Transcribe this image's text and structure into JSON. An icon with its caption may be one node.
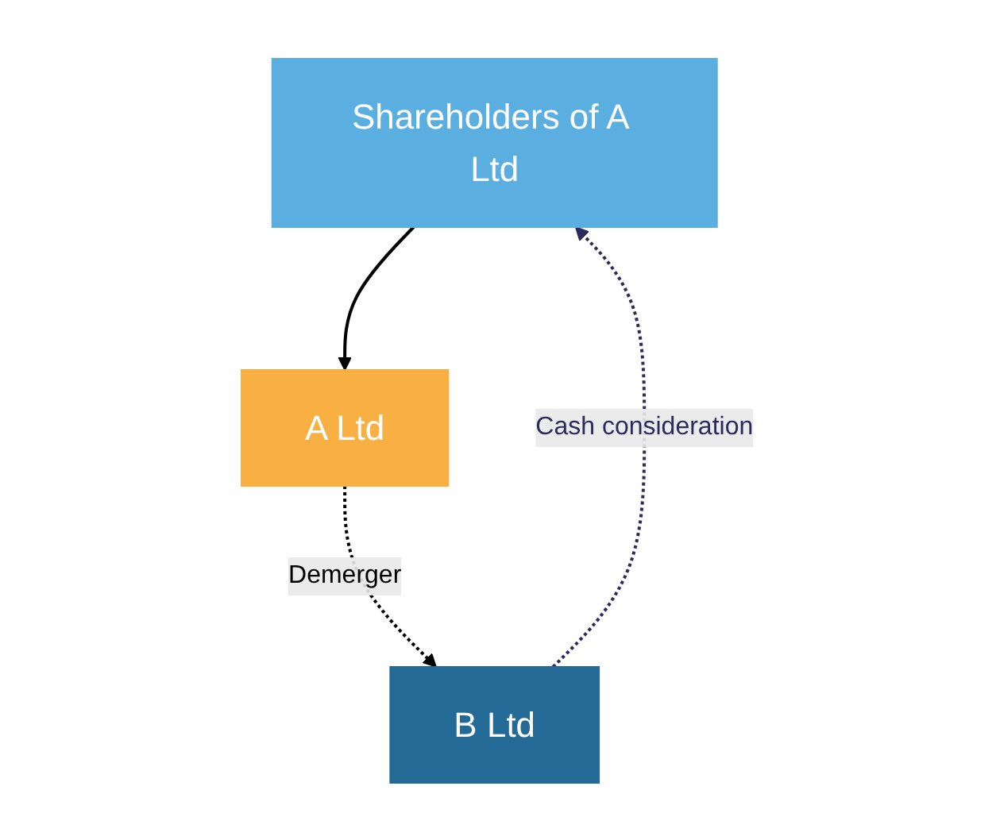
{
  "diagram": {
    "nodes": [
      {
        "text": [
          "Shareholders of A Ltd"
        ]
      },
      {
        "text": [
          "A Ltd"
        ]
      },
      {
        "text": [
          "B Ltd"
        ]
      }
    ],
    "edges": [
      {
        "from": 0,
        "to": 1,
        "arrow": "to"
      },
      {
        "from": 1,
        "to": 2,
        "arrow": "to",
        "style": "dashed",
        "label": "Demerger"
      },
      {
        "from": 2,
        "to": 0,
        "arrow": "to",
        "style": "dashed",
        "color": "#2e2a5e",
        "label": "Cash consideration"
      }
    ]
  }
}
